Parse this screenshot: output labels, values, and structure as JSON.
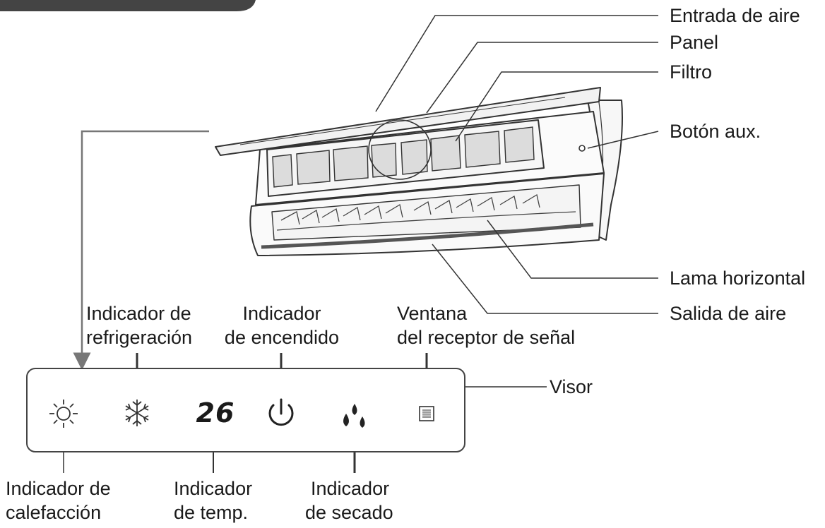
{
  "labels": {
    "air_inlet": "Entrada de aire",
    "panel": "Panel",
    "filter": "Filtro",
    "aux_button": "Botón aux.",
    "horizontal_louver": "Lama horizontal",
    "air_outlet": "Salida de aire",
    "display": "Visor",
    "cooling_indicator": [
      "Indicador de",
      "refrigeración"
    ],
    "power_indicator": [
      "Indicador",
      "de encendido"
    ],
    "signal_receiver_window": [
      "Ventana",
      "del receptor de señal"
    ],
    "heating_indicator": [
      "Indicador de",
      "calefacción"
    ],
    "temp_indicator": [
      "Indicador",
      "de temp."
    ],
    "dry_indicator": [
      "Indicador",
      "de secado"
    ]
  },
  "display_panel": {
    "temperature_readout": "26"
  },
  "icons": {
    "heating": "sun-icon",
    "cooling": "snowflake-icon",
    "power": "power-icon",
    "dry": "water-drops-icon",
    "receiver": "receiver-window-icon"
  },
  "colors": {
    "line": "#333333",
    "filter_fill": "#dcdcdc",
    "arrow": "#777777"
  }
}
